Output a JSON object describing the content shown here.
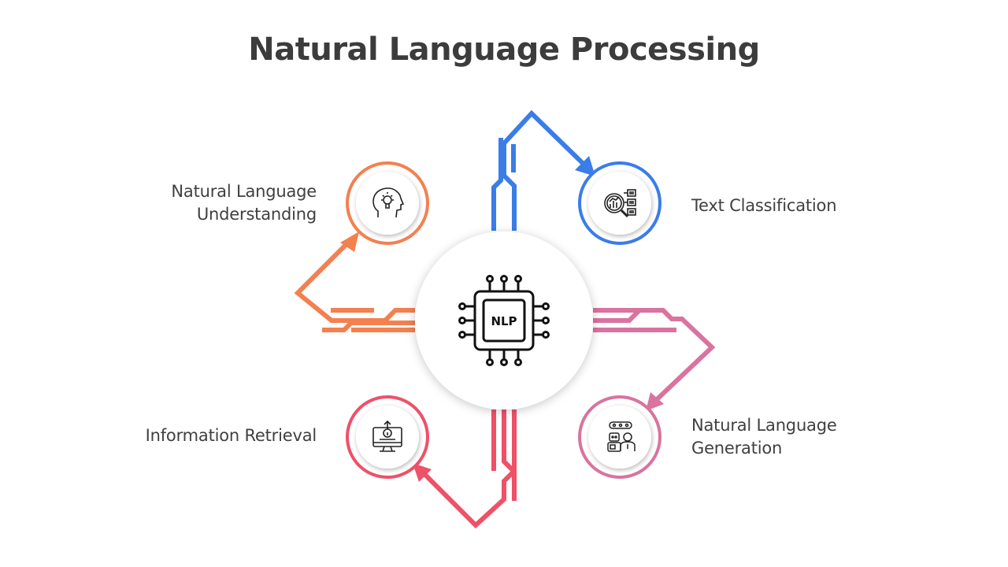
{
  "title": "Natural Language Processing",
  "center": {
    "chip_text": "NLP",
    "icon": "nlp-chip-icon"
  },
  "nodes": [
    {
      "id": "nlu",
      "label_lines": [
        "Natural Language",
        "Understanding"
      ],
      "icon": "head-lightbulb-icon",
      "color": "#F4804F"
    },
    {
      "id": "text-classification",
      "label_lines": [
        "Text Classification"
      ],
      "icon": "magnifier-chart-icon",
      "color": "#3A7DE8"
    },
    {
      "id": "information-retrieval",
      "label_lines": [
        "Information Retrieval"
      ],
      "icon": "monitor-info-icon",
      "color": "#EE5168"
    },
    {
      "id": "nlg",
      "label_lines": [
        "Natural Language",
        "Generation"
      ],
      "icon": "robot-person-icon",
      "color": "#D9739F"
    }
  ]
}
